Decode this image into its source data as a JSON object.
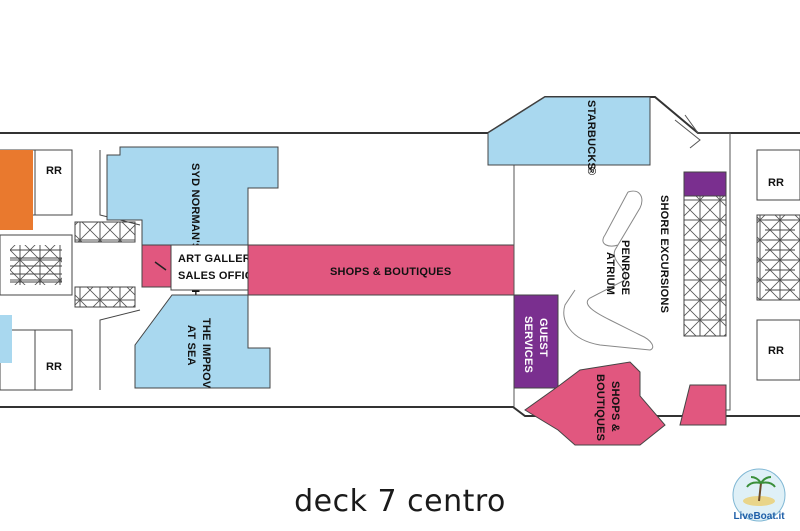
{
  "colors": {
    "light_blue": "#a9d8ef",
    "pink": "#e1577f",
    "purple": "#7a2f8f",
    "orange": "#e9792e",
    "outline": "#333333"
  },
  "labels": {
    "syd_norman": "SYD NORMAN'S POUR HOUSE",
    "art_gallery": "ART GALLERY SALES OFFICE",
    "shops_boutiques": "SHOPS & BOUTIQUES",
    "improv": "THE IMPROV AT SEA",
    "starbucks": "STARBUCKS",
    "trademark": "®",
    "shore_excursions": "SHORE EXCURSIONS",
    "penrose_atrium": "PENROSE ATRIUM",
    "guest_services": "GUEST SERVICES",
    "shops_boutiques_aft": "SHOPS & BOUTIQUES",
    "restroom": "RR"
  },
  "caption": "deck 7 centro",
  "watermark": {
    "text": "LiveBoat.it",
    "icon": "palm-island-logo"
  }
}
